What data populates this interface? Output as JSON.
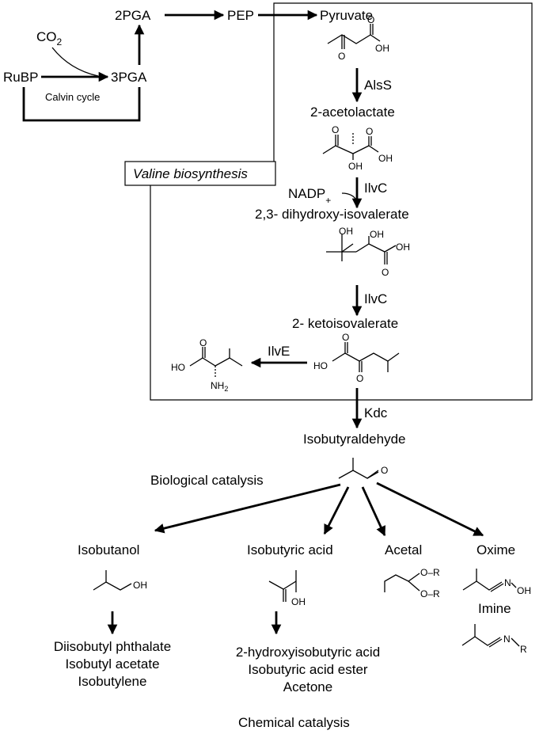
{
  "calvin": {
    "rubp": "RuBP",
    "co2": "CO",
    "co2_sub": "2",
    "pga3": "3PGA",
    "pga2": "2PGA",
    "cycle_label": "Calvin cycle"
  },
  "pathway": {
    "pep": "PEP",
    "pyruvate": "Pyruvate",
    "alss": "AlsS",
    "acetolactate": "2-acetolactate",
    "valine_box": "Valine biosynthesis",
    "nadp": "NADP",
    "nadp_sup": "+",
    "ilvc1": "IlvC",
    "dihydroxy": "2,3- dihydroxy-isovalerate",
    "ilvc2": "IlvC",
    "keto": "2- ketoisovalerate",
    "ilve": "IlvE",
    "kdc": "Kdc",
    "isobutyraldehyde": "Isobutyraldehyde"
  },
  "sections": {
    "bio": "Biological catalysis",
    "chem": "Chemical catalysis"
  },
  "products": {
    "isobutanol": "Isobutanol",
    "isobutyric": "Isobutyric acid",
    "acetal": "Acetal",
    "oxime": "Oxime",
    "imine": "Imine",
    "derived1": [
      "Diisobutyl phthalate",
      "Isobutyl acetate",
      "Isobutylene"
    ],
    "derived2": [
      "2-hydroxyisobutyric  acid",
      "Isobutyric acid ester",
      "Acetone"
    ]
  },
  "atoms": {
    "o": "O",
    "oh": "OH",
    "ho": "HO",
    "nh": "NH",
    "nh_sub": "2",
    "o_r": "O–R",
    "n": "N",
    "r": "R"
  }
}
